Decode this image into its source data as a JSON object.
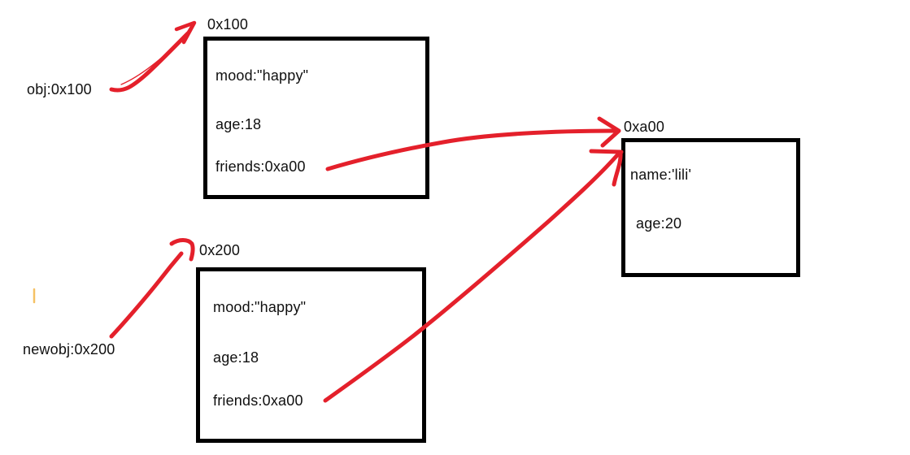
{
  "diagram": {
    "title_hint": "object reference diagram",
    "colors": {
      "ink_red": "#e4202b",
      "box_border": "#000000",
      "text": "#101010",
      "orange_mark": "#f5c164",
      "background": "#ffffff"
    },
    "variables": [
      {
        "id": "obj",
        "label": "obj:0x100"
      },
      {
        "id": "newobj",
        "label": "newobj:0x200"
      }
    ],
    "boxes": [
      {
        "id": "box-0x100",
        "address_label": "0x100",
        "fields": [
          "mood:\"happy\"",
          "age:18",
          "friends:0xa00"
        ]
      },
      {
        "id": "box-0x200",
        "address_label": "0x200",
        "fields": [
          "mood:\"happy\"",
          "age:18",
          "friends:0xa00"
        ]
      },
      {
        "id": "box-0xa00",
        "address_label": "0xa00",
        "fields": [
          "name:'lili'",
          "age:20"
        ]
      }
    ],
    "arrows": [
      {
        "id": "arrow-obj-to-0x100",
        "from": "obj:0x100",
        "to": "box 0x100"
      },
      {
        "id": "arrow-newobj-to-0x200",
        "from": "newobj:0x200",
        "to": "box 0x200"
      },
      {
        "id": "arrow-friends1-to-0xa00",
        "from": "friends:0xa00 in box 0x100",
        "to": "box 0xa00"
      },
      {
        "id": "arrow-friends2-to-0xa00",
        "from": "friends:0xa00 in box 0x200",
        "to": "box 0xa00"
      }
    ]
  }
}
